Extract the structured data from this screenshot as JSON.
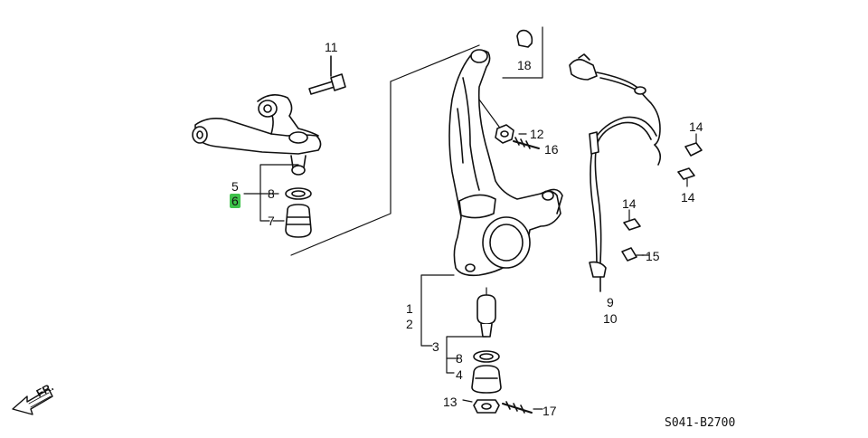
{
  "diagram": {
    "highlight_color": "#3ec24a",
    "front_indicator": "FR.",
    "diagram_code": "S041-B2700",
    "callouts": {
      "c1": "1",
      "c2": "2",
      "c3": "3",
      "c4": "4",
      "c5": "5",
      "c6": "6",
      "c7": "7",
      "c8a": "8",
      "c8b": "8",
      "c9": "9",
      "c10": "10",
      "c11": "11",
      "c12": "12",
      "c13": "13",
      "c14a": "14",
      "c14b": "14",
      "c14c": "14",
      "c15": "15",
      "c16": "16",
      "c17": "17",
      "c18": "18"
    }
  }
}
